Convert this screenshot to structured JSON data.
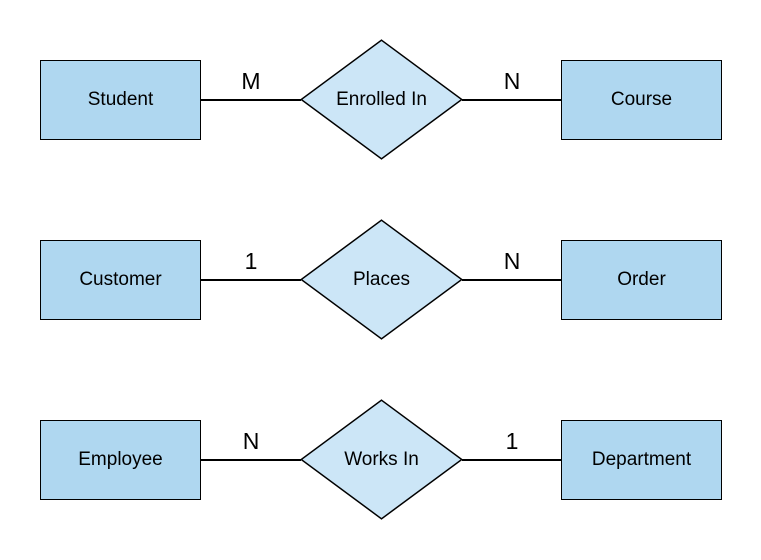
{
  "diagram": {
    "type": "entity-relationship-diagram",
    "rows": [
      {
        "left_entity": "Student",
        "left_cardinality": "M",
        "relationship": "Enrolled In",
        "right_cardinality": "N",
        "right_entity": "Course"
      },
      {
        "left_entity": "Customer",
        "left_cardinality": "1",
        "relationship": "Places",
        "right_cardinality": "N",
        "right_entity": "Order"
      },
      {
        "left_entity": "Employee",
        "left_cardinality": "N",
        "relationship": "Works In",
        "right_cardinality": "1",
        "right_entity": "Department"
      }
    ],
    "colors": {
      "entity_fill": "#AFD7F0",
      "relationship_fill": "#CCE6F7",
      "stroke": "#000000",
      "text": "#000000",
      "background": "#FFFFFF"
    }
  }
}
